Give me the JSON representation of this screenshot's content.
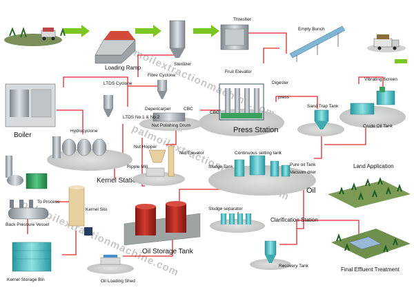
{
  "labels": {
    "loading_ramp": "Loading Ramp",
    "sterilizer": "Sterilizer",
    "thresher": "Thresher",
    "empty_bunch": "Empty Bunch",
    "fruit_elevator": "Fruit Elevator",
    "digester": "Digester",
    "press": "press",
    "press_station": "Press Station",
    "sand_trap_tank": "Sand Trap Tank",
    "vibrating_screen": "Vibrating Screen",
    "crude_oil_tank": "Crude Oil Tank",
    "boiler": "Boiler",
    "ltds_cyclone": "LTDS Cyclone",
    "fibre_cyclone": "Fibre Cyclone",
    "depericarper": "Depericarper",
    "cbc_1": "CBC",
    "cbc_2": "CBC",
    "ltds_no": "LTDS No.1 & No.2",
    "nut_polishing_drum": "Nut Polishing Drum",
    "hydrocyclone": "Hydrocyclone",
    "nut_hopper": "Nut Hopper",
    "nut_elevator": "Nut Elevator",
    "ripple_mill": "Ripple Mill",
    "continuous_setting_tank": "Continuous setting tank",
    "sludge_tank": "Sludge Tank",
    "pure_oil_tank": "Pure oil Tank",
    "vacuum_drier": "Vacuum drier",
    "oil": "Oil",
    "land_application": "Land Application",
    "kernel_station": "Kernel Station",
    "kernel_silo": "Kernel Silo",
    "to_process": "To Process",
    "back_pressure_vessel": "Back Pressure Vessel",
    "oil_storage_tank": "Oil Storage Tank",
    "sludge_separator": "Sludge separator",
    "clarification_station": "Clarification Station",
    "recovery_tank": "Recovery Tank",
    "final_effluent_treatment": "Final Effluent Treatment",
    "oil_loading_shed": "Oil Loading Shed",
    "kernel_storage_bin": "Kernel Storage Bin"
  },
  "watermark": "palmoilextractionmachine.com",
  "colors": {
    "pipe": "#e3262b",
    "arrow": "#7cc623",
    "steel": "#aeb6bd",
    "tank_red": "#b5271f",
    "green_machine": "#3fae6a",
    "cyan_tank": "#4fc3c9",
    "ground": "#cfd2cf"
  }
}
